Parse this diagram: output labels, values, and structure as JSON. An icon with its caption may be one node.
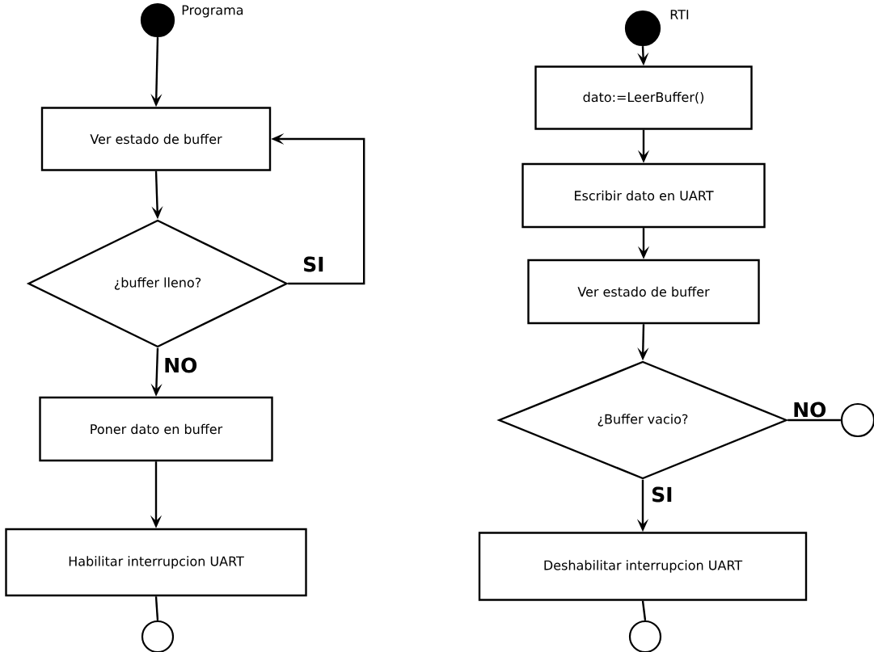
{
  "diagram": {
    "nodes": [
      {
        "text": [],
        "shape": "dot",
        "beside": [
          "Programa"
        ]
      },
      {
        "text": [
          "Ver estado de buffer"
        ]
      },
      {
        "text": [
          "¿buffer lleno?"
        ]
      },
      {
        "text": [
          "Poner dato en buffer"
        ]
      },
      {
        "text": [
          "Habilitar interrupcion UART"
        ]
      },
      {
        "text": [],
        "shape": "circle"
      },
      {
        "text": [],
        "shape": "dot",
        "beside": [
          "RTI"
        ]
      },
      {
        "text": [
          "dato:=LeerBuffer()"
        ]
      },
      {
        "text": [
          "Escribir dato en UART"
        ]
      },
      {
        "text": [
          "Ver estado de buffer"
        ]
      },
      {
        "text": [
          "¿Buffer vacio?"
        ]
      },
      {
        "text": [],
        "shape": "circle"
      },
      {
        "text": [
          "Deshabilitar interrupcion UART"
        ]
      },
      {
        "text": [],
        "shape": "circle"
      }
    ],
    "edges": [
      {
        "from": 0,
        "to": 1,
        "arrow": "to"
      },
      {
        "from": 1,
        "to": 2,
        "arrow": "to"
      },
      {
        "from": 2,
        "to": 1,
        "arrow": "to",
        "label": "SI"
      },
      {
        "from": 2,
        "to": 3,
        "arrow": "to",
        "label": "NO"
      },
      {
        "from": 3,
        "to": 4,
        "arrow": "to"
      },
      {
        "from": 4,
        "to": 5,
        "arrow": "none"
      },
      {
        "from": 6,
        "to": 7,
        "arrow": "to"
      },
      {
        "from": 7,
        "to": 8,
        "arrow": "to"
      },
      {
        "from": 8,
        "to": 9,
        "arrow": "to"
      },
      {
        "from": 9,
        "to": 10,
        "arrow": "to"
      },
      {
        "from": 10,
        "to": 11,
        "arrow": "none",
        "label": "NO"
      },
      {
        "from": 10,
        "to": 12,
        "arrow": "to",
        "label": "SI"
      },
      {
        "from": 12,
        "to": 13,
        "arrow": "none"
      }
    ]
  }
}
